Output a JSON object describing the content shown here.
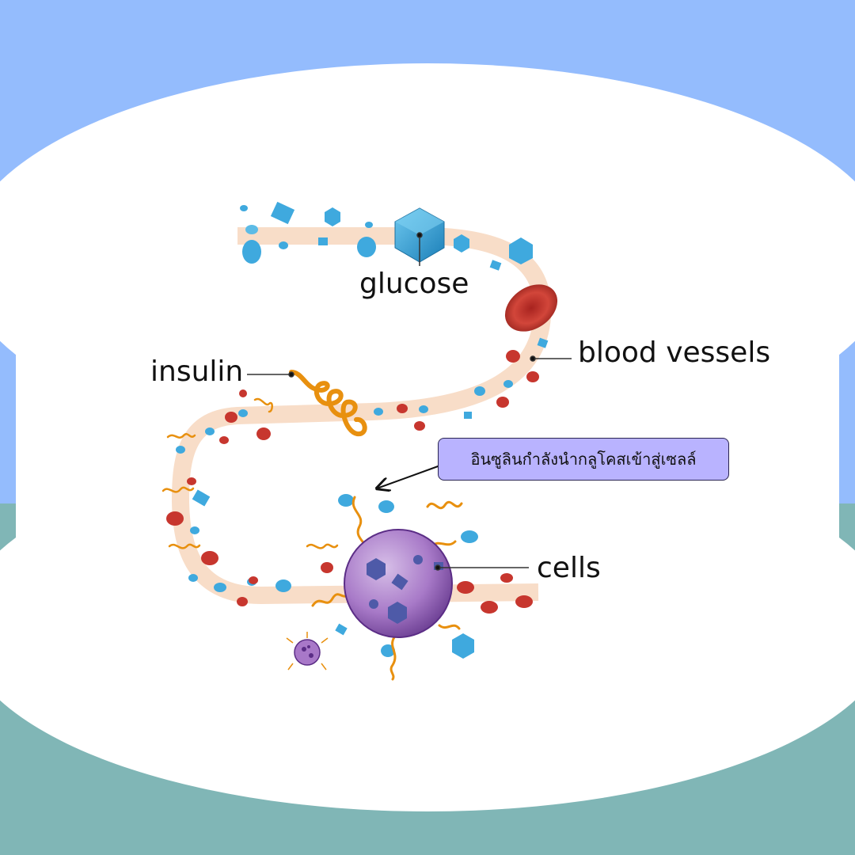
{
  "labels": {
    "glucose": "glucose",
    "blood_vessels": "blood vessels",
    "insulin": "insulin",
    "cells": "cells"
  },
  "callout": {
    "text": "อินซูลินกำลังนำกลูโคสเข้าสู่เซลล์"
  },
  "colors": {
    "background_top": "#94bcfd",
    "background_bottom": "#80b6b6",
    "blob": "#ffffff",
    "vessel": "#f8ddc8",
    "glucose": "#3fa9de",
    "red_blood_cell": "#c7362e",
    "insulin": "#e8900f",
    "cell": "#a878c8",
    "callout_fill": "#b9b3ff"
  }
}
